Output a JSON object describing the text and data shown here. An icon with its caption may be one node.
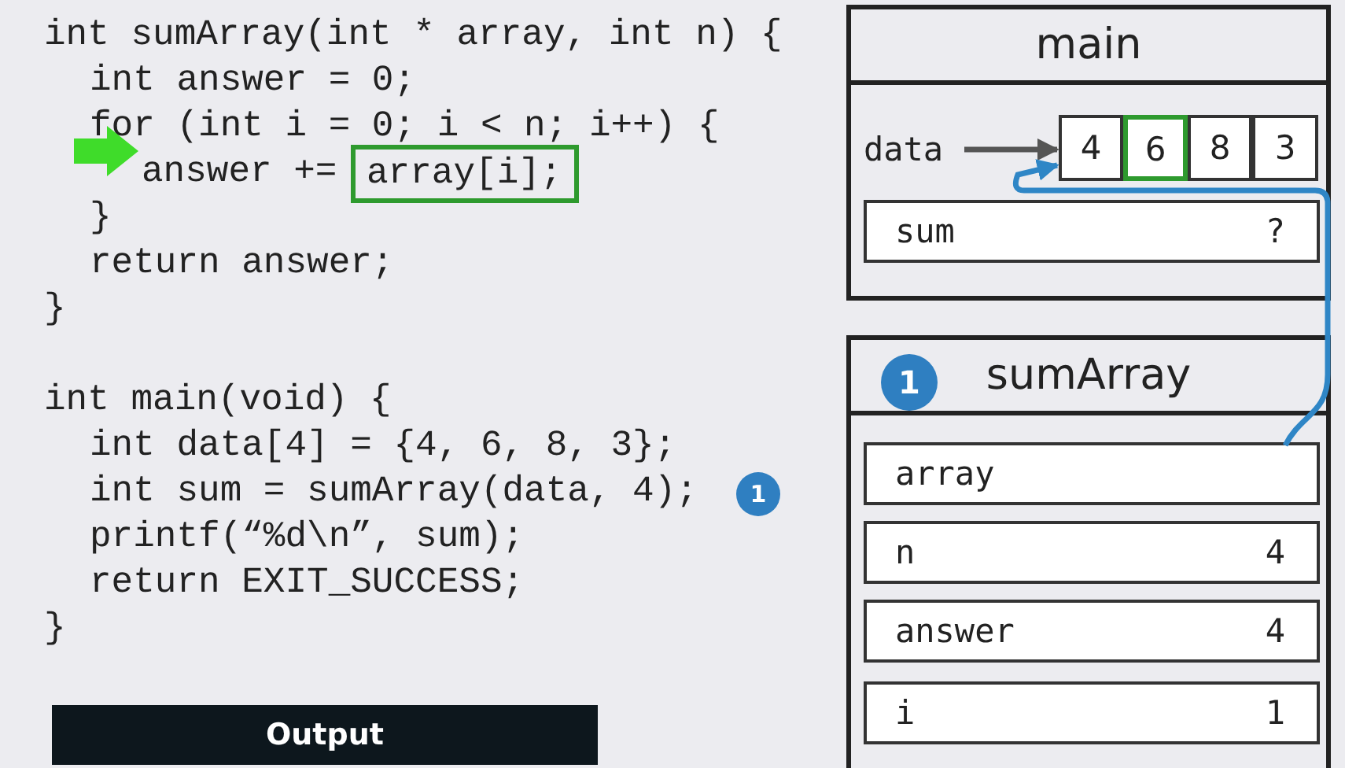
{
  "diagram": {
    "nodes": [
      {
        "text": [
          "main"
        ]
      },
      {
        "text": [
          "data"
        ],
        "in": 0
      },
      {
        "text": [
          "4"
        ],
        "in": 0
      },
      {
        "text": [
          "6"
        ],
        "in": 0
      },
      {
        "text": [
          "8"
        ],
        "in": 0
      },
      {
        "text": [
          "3"
        ],
        "in": 0
      },
      {
        "text": [
          "sum",
          "?"
        ],
        "in": 0
      },
      {
        "text": [
          "sumArray"
        ]
      },
      {
        "text": [
          "1"
        ],
        "in": 7
      },
      {
        "text": [
          "array"
        ],
        "in": 7
      },
      {
        "text": [
          "n",
          "4"
        ],
        "in": 7
      },
      {
        "text": [
          "answer",
          "4"
        ],
        "in": 7
      },
      {
        "text": [
          "i",
          "1"
        ],
        "in": 7
      },
      {
        "text": [
          "array[i];"
        ]
      },
      {
        "text": [
          "1"
        ]
      },
      {
        "text": [
          "Output"
        ]
      }
    ],
    "edges": [
      {
        "from": 1,
        "to": 2,
        "arrow": "to"
      },
      {
        "from": 9,
        "to": 2,
        "arrow": "to",
        "color": "#2f86c6"
      }
    ],
    "labels": [
      "int sumArray(int * array, int n) {",
      "int answer = 0;",
      "for (int i = 0; i < n; i++) {",
      "answer +=",
      "}",
      "return answer;",
      "}",
      "int main(void) {",
      "int data[4] = {4, 6, 8, 3};",
      "int sum = sumArray(data, 4);",
      "printf(“%d\\n”, sum);",
      "return EXIT_SUCCESS;",
      "}"
    ]
  }
}
